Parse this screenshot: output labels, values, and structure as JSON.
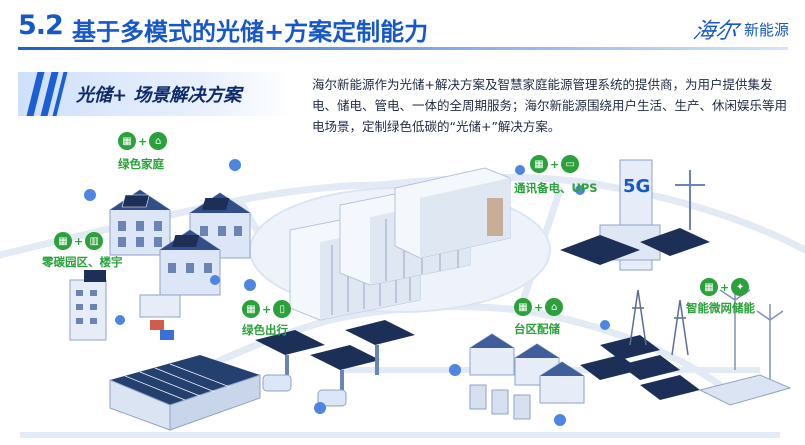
{
  "header": {
    "section_number": "5.2",
    "title": "基于多模式的光储+方案定制能力",
    "brand": "新能源",
    "brand_mark": "海尔"
  },
  "banner": {
    "text": "光储+ 场景解决方案"
  },
  "intro": {
    "text": "海尔新能源作为光储+解决方案及智慧家庭能源管理系统的提供商，为用户提供集发电、储电、管电、一体的全周期服务；海尔新能源围绕用户生活、生产、休闲娱乐等用电场景，定制绿色低碳的“光储+”解决方案。"
  },
  "scenes": [
    {
      "label": "绿色家庭",
      "icon": "house-icon"
    },
    {
      "label": "零碳园区、楼宇",
      "icon": "building-icon"
    },
    {
      "label": "绿色出行",
      "icon": "charger-icon"
    },
    {
      "label": "台区配储",
      "icon": "home-grid-icon"
    },
    {
      "label": "通讯备电、UPS",
      "icon": "ups-icon"
    },
    {
      "label": "智能微网储能",
      "icon": "microgrid-icon"
    }
  ],
  "tower_text": "5G",
  "colors": {
    "brand": "#1657c9",
    "accent_green": "#2aa13a",
    "road": "#dfe8f5"
  }
}
